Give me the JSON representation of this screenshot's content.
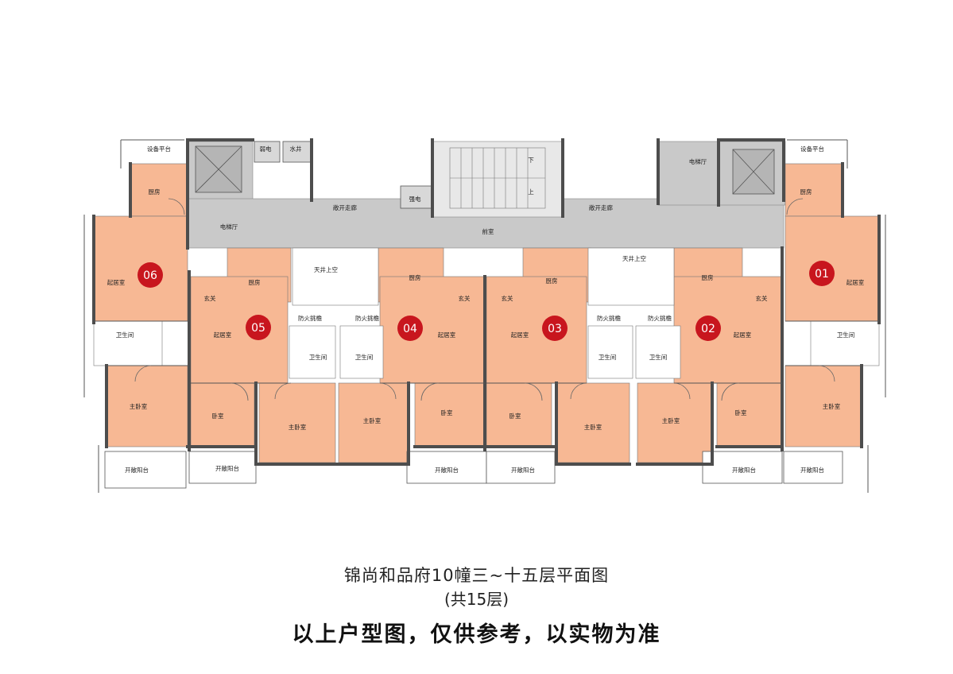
{
  "colors": {
    "unit": "#f7b894",
    "common": "#c9c9c9",
    "wall": "#4d4d4d",
    "marker": "#c8161e",
    "line": "#555555"
  },
  "units": [
    {
      "id": "06",
      "living": "起居室",
      "kitchen": "厨房",
      "bath": "卫生间",
      "master": "主卧室",
      "balcony": "开敞阳台",
      "platform": "设备平台"
    },
    {
      "id": "05",
      "living": "起居室",
      "kitchen": "厨房",
      "entry": "玄关",
      "bedroom": "卧室",
      "master": "主卧室",
      "balcony": "开敞阳台",
      "bath": "卫生间"
    },
    {
      "id": "04",
      "living": "起居室",
      "kitchen": "厨房",
      "entry": "玄关",
      "bedroom": "卧室",
      "master": "主卧室",
      "balcony": "开敞阳台",
      "bath": "卫生间"
    },
    {
      "id": "03",
      "living": "起居室",
      "kitchen": "厨房",
      "entry": "玄关",
      "bedroom": "卧室",
      "master": "主卧室",
      "balcony": "开敞阳台",
      "bath": "卫生间"
    },
    {
      "id": "02",
      "living": "起居室",
      "kitchen": "厨房",
      "entry": "玄关",
      "bedroom": "卧室",
      "master": "主卧室",
      "balcony": "开敞阳台",
      "bath": "卫生间"
    },
    {
      "id": "01",
      "living": "起居室",
      "kitchen": "厨房",
      "bath": "卫生间",
      "master": "主卧室",
      "balcony": "开敞阳台",
      "platform": "设备平台"
    }
  ],
  "common": {
    "elevator_hall": "电梯厅",
    "corridor": "敞开走廊",
    "front_room": "前室",
    "weak_elec": "弱电",
    "water_shaft": "水井",
    "strong_elec": "强电",
    "light_well": "天井上空",
    "fire_overhang": "防火挑檐",
    "stair_down": "下",
    "stair_up": "上"
  },
  "caption": {
    "title": "锦尚和品府10幢三~十五层平面图",
    "subtitle": "(共15层)",
    "disclaimer": "以上户型图，仅供参考，以实物为准"
  }
}
